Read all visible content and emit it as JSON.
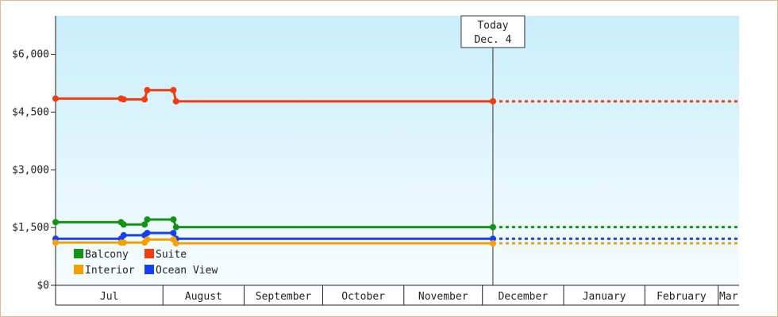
{
  "chart_data": {
    "type": "line",
    "title": "",
    "xlabel": "",
    "ylabel": "",
    "ylim": [
      0,
      7000
    ],
    "y_ticks": [
      {
        "value": 0,
        "label": "$0"
      },
      {
        "value": 1500,
        "label": "$1,500"
      },
      {
        "value": 3000,
        "label": "$3,000"
      },
      {
        "value": 4500,
        "label": "$4,500"
      },
      {
        "value": 6000,
        "label": "$6,000"
      }
    ],
    "x_range": [
      "2014-06-20",
      "2015-03-08"
    ],
    "months": [
      {
        "label": "Jul",
        "start": "2014-06-20",
        "end": "2014-07-31"
      },
      {
        "label": "August",
        "start": "2014-07-31",
        "end": "2014-08-31"
      },
      {
        "label": "September",
        "start": "2014-08-31",
        "end": "2014-09-30"
      },
      {
        "label": "October",
        "start": "2014-09-30",
        "end": "2014-10-31"
      },
      {
        "label": "November",
        "start": "2014-10-31",
        "end": "2014-11-30"
      },
      {
        "label": "December",
        "start": "2014-11-30",
        "end": "2014-12-31"
      },
      {
        "label": "January",
        "start": "2014-12-31",
        "end": "2015-01-31"
      },
      {
        "label": "February",
        "start": "2015-01-31",
        "end": "2015-02-28"
      },
      {
        "label": "Mar",
        "start": "2015-02-28",
        "end": "2015-03-08"
      }
    ],
    "today": {
      "date": "2014-12-04",
      "line1": "Today",
      "line2": "Dec. 4"
    },
    "projection_end": "2015-03-08",
    "series": [
      {
        "name": "Suite",
        "color": "#f03c10",
        "x": [
          "2014-06-20",
          "2014-07-15",
          "2014-07-16",
          "2014-07-24",
          "2014-07-25",
          "2014-08-04",
          "2014-08-05",
          "2014-12-04"
        ],
        "y": [
          4850,
          4850,
          4830,
          4830,
          5070,
          5070,
          4780,
          4780
        ]
      },
      {
        "name": "Balcony",
        "color": "#149414",
        "x": [
          "2014-06-20",
          "2014-07-15",
          "2014-07-16",
          "2014-07-24",
          "2014-07-25",
          "2014-08-04",
          "2014-08-05",
          "2014-12-04"
        ],
        "y": [
          1640,
          1640,
          1580,
          1580,
          1710,
          1710,
          1510,
          1510
        ]
      },
      {
        "name": "Ocean View",
        "color": "#1441f0",
        "x": [
          "2014-06-20",
          "2014-07-15",
          "2014-07-16",
          "2014-07-24",
          "2014-07-25",
          "2014-08-04",
          "2014-08-05",
          "2014-12-04"
        ],
        "y": [
          1210,
          1210,
          1300,
          1300,
          1360,
          1360,
          1210,
          1210
        ]
      },
      {
        "name": "Interior",
        "color": "#f5a000",
        "x": [
          "2014-06-20",
          "2014-07-15",
          "2014-07-16",
          "2014-07-24",
          "2014-07-25",
          "2014-08-04",
          "2014-08-05",
          "2014-12-04"
        ],
        "y": [
          1110,
          1110,
          1110,
          1110,
          1190,
          1190,
          1090,
          1090
        ]
      }
    ],
    "legend": {
      "placement": "bottom-left",
      "rows": [
        [
          "Balcony",
          "Suite"
        ],
        [
          "Interior",
          "Ocean View"
        ]
      ]
    },
    "colors": {
      "plot_bg_top": "#c9eefb",
      "plot_bg_bottom": "#f7fdff",
      "frame_border": "#e2b98a"
    }
  }
}
